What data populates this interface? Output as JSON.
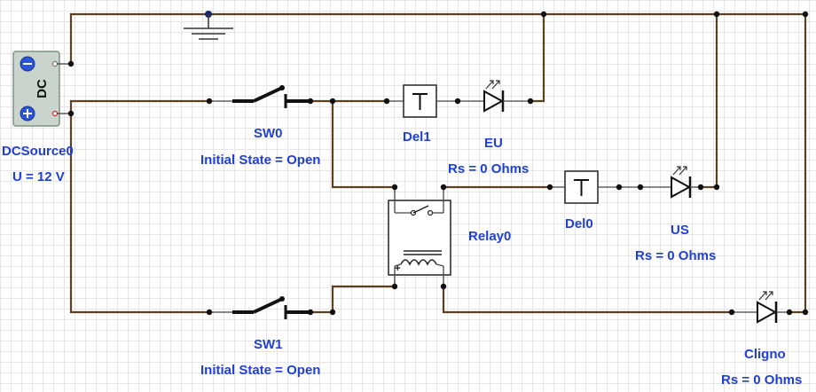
{
  "components": {
    "dc_source": {
      "name": "DCSource0",
      "value": "U = 12 V",
      "body_text": "DC",
      "minus": "−",
      "plus": "+"
    },
    "sw0": {
      "name": "SW0",
      "state": "Initial State =  Open"
    },
    "sw1": {
      "name": "SW1",
      "state": "Initial State =  Open"
    },
    "del1": {
      "name": "Del1"
    },
    "del0": {
      "name": "Del0"
    },
    "eu": {
      "name": "EU",
      "rs": "Rs = 0 Ohms"
    },
    "us": {
      "name": "US",
      "rs": "Rs = 0 Ohms"
    },
    "cligno": {
      "name": "Cligno",
      "rs": "Rs = 0 Ohms"
    },
    "relay0": {
      "name": "Relay0",
      "coil_plus": "+"
    }
  },
  "colors": {
    "wire": "#5c4020",
    "label": "#1f3fd6",
    "dc_body": "#c9d4cc",
    "terminal": "#2a55d6"
  }
}
